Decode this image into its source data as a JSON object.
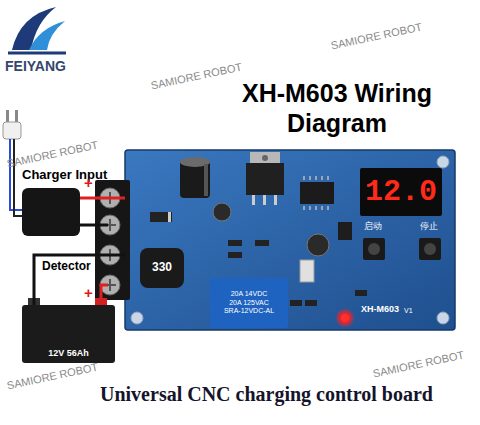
{
  "diagram": {
    "title": "XH-M603 Wiring Diagram",
    "caption": "Universal CNC charging control board",
    "nodes": [
      {
        "text": [
          "Charger Input"
        ]
      },
      {
        "text": [
          "XH-M603"
        ]
      },
      {
        "text": [
          "12.0"
        ],
        "in": 1
      },
      {
        "text": [
          "330"
        ],
        "in": 1
      },
      {
        "text": [
          "20A 14VDC",
          "20A 125VAC",
          "SRA-12VDC-AL"
        ],
        "in": 1
      },
      {
        "text": [
          "12V 56Ah"
        ]
      }
    ],
    "edges": [
      {
        "from": 0,
        "to": 1,
        "arrow": "none"
      },
      {
        "from": 5,
        "to": 1,
        "label": "Detector",
        "arrow": "none"
      }
    ],
    "labels": [
      "FEIYANG",
      "SAMIORE ROBOT",
      "SAMIORE ROBOT",
      "SAMIORE ROBOT",
      "SAMIORE ROBOT",
      "SAMIORE ROBOT",
      "+",
      "+",
      "启动",
      "停止",
      "V1"
    ]
  }
}
